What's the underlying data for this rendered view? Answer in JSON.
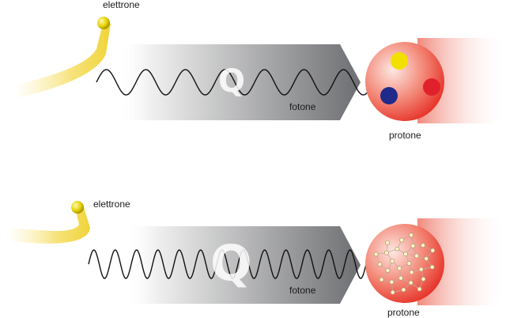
{
  "panels": [
    {
      "id": "low-energy",
      "electron_label": "elettrone",
      "photon_label": "fotone",
      "proton_label": "protone",
      "q_label": "Q",
      "quark_colors": [
        "#f2e100",
        "#e0202a",
        "#1f2a8a"
      ]
    },
    {
      "id": "high-energy",
      "electron_label": "elettrone",
      "photon_label": "fotone",
      "proton_label": "protone",
      "q_label": "Q"
    }
  ],
  "colors": {
    "electron": "#e6d200",
    "trail": "#f7e27a",
    "proton": "#e8322d",
    "arrow_dark": "#6d6e71",
    "wave": "#111111"
  }
}
